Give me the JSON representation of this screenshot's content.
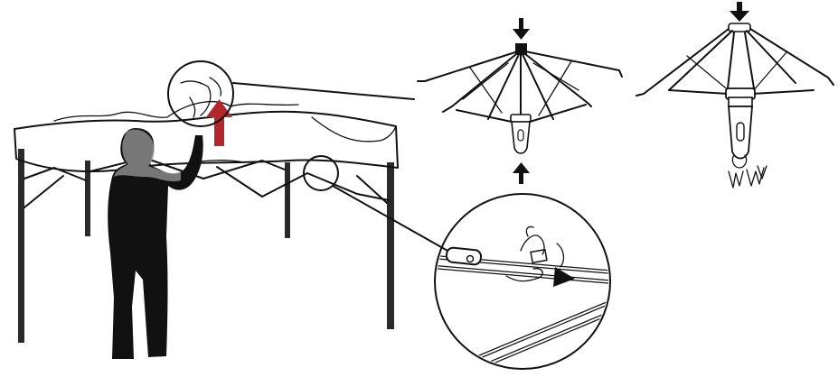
{
  "figure": {
    "colors": {
      "line": "#111111",
      "silhouette": "#111111",
      "silhouette_highlight": "#8a8a8a",
      "arrow_up": "#b3262c",
      "background": "#ffffff"
    },
    "panels": [
      {
        "id": "canopy-setup",
        "icons": [
          "person-silhouette-icon",
          "red-up-arrow-icon",
          "zoom-circle-icon"
        ]
      },
      {
        "id": "hub-push-together",
        "icons": [
          "down-arrow-icon",
          "up-arrow-icon"
        ]
      },
      {
        "id": "hub-locked",
        "icons": [
          "down-arrow-icon",
          "click-sound-icon"
        ]
      }
    ]
  }
}
